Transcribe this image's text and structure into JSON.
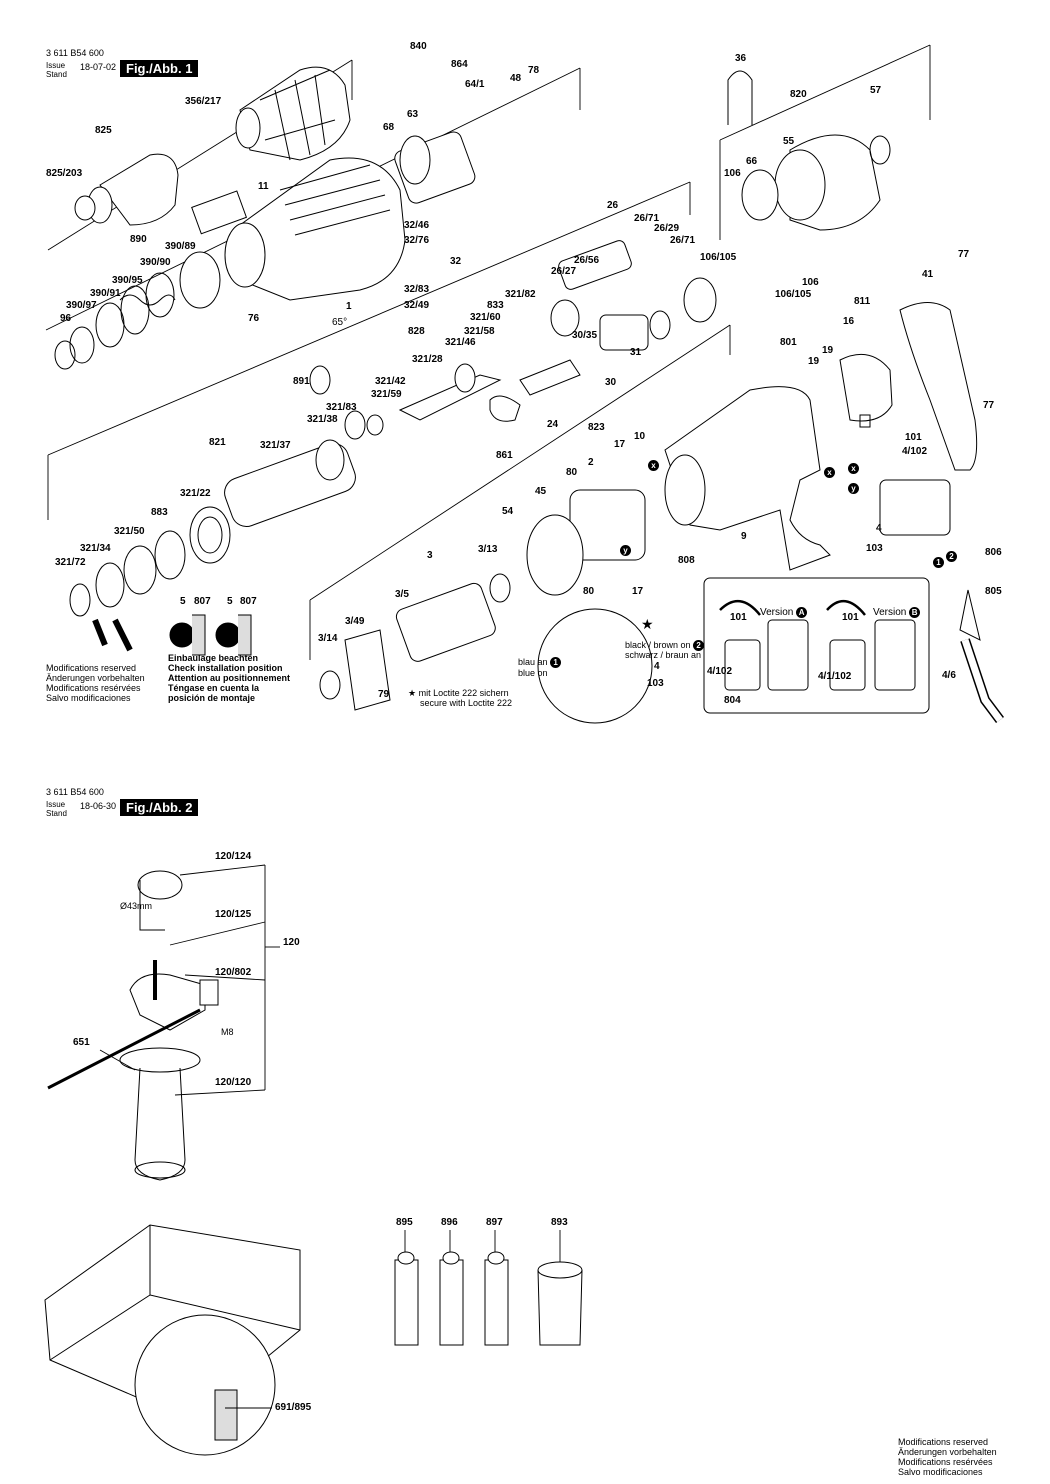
{
  "fig1": {
    "part_number": "3 611 B54 600",
    "issue_label": "Issue",
    "stand_label": "Stand",
    "issue_date": "18-07-02",
    "fig_label": "Fig./Abb. 1",
    "modifications": [
      "Modifications reserved",
      "Änderungen vorbehalten",
      "Modifications resérvées",
      "Salvo modificaciones"
    ],
    "mounting_note": [
      "Einbaulage beachten",
      "Check installation position",
      "Attention au positionnement",
      "Téngase en cuenta la",
      "posición de montaje"
    ],
    "loctite_star": "★",
    "loctite_note": [
      "mit Loctite 222 sichern",
      "secure with Loctite 222"
    ],
    "wire_notes": {
      "black_brown": "black / brown on",
      "schwarz_braun": "schwarz / braun an",
      "blau": "blau an",
      "blue": "blue on",
      "badge_1": "1",
      "badge_2": "2",
      "badge_x": "x",
      "badge_y": "y"
    },
    "version_a": "Version",
    "version_a_letter": "A",
    "version_b": "Version",
    "version_b_letter": "B",
    "angle": "65°",
    "callouts": {
      "c840": "840",
      "c864": "864",
      "c64_1": "64/1",
      "c48": "48",
      "c78": "78",
      "c356_217": "356/217",
      "c825": "825",
      "c825_203": "825/203",
      "c63": "63",
      "c68": "68",
      "c11": "11",
      "c36": "36",
      "c820": "820",
      "c57": "57",
      "c55": "55",
      "c66": "66",
      "c106": "106",
      "c26": "26",
      "c26_71a": "26/71",
      "c26_29": "26/29",
      "c26_71b": "26/71",
      "c26_56": "26/56",
      "c26_27": "26/27",
      "c106_105a": "106/105",
      "c106b": "106",
      "c106_105b": "106/105",
      "c77a": "77",
      "c41": "41",
      "c890": "890",
      "c390_89": "390/89",
      "c390_90": "390/90",
      "c390_95": "390/95",
      "c390_91": "390/91",
      "c390_97": "390/97",
      "c96": "96",
      "c76": "76",
      "c32_46": "32/46",
      "c32_76": "32/76",
      "c32": "32",
      "c32_83": "32/83",
      "c32_49": "32/49",
      "c1": "1",
      "c321_82": "321/82",
      "c833": "833",
      "c321_60": "321/60",
      "c321_58": "321/58",
      "c321_46": "321/46",
      "c828": "828",
      "c321_28": "321/28",
      "c321_42": "321/42",
      "c321_59": "321/59",
      "c891": "891",
      "c321_83": "321/83",
      "c321_38": "321/38",
      "c321_37": "321/37",
      "c821": "821",
      "c30_35": "30/35",
      "c31": "31",
      "c30": "30",
      "c24": "24",
      "c823": "823",
      "c861": "861",
      "c811": "811",
      "c16": "16",
      "c801": "801",
      "c19a": "19",
      "c19b": "19",
      "c10": "10",
      "c77b": "77",
      "c101": "101",
      "c4_102": "4/102",
      "c4": "4",
      "c103": "103",
      "c17a": "17",
      "c2": "2",
      "c80a": "80",
      "c45": "45",
      "c321_22": "321/22",
      "c883": "883",
      "c321_50": "321/50",
      "c321_34": "321/34",
      "c321_72": "321/72",
      "c54": "54",
      "c9": "9",
      "c808": "808",
      "c806": "806",
      "c805": "805",
      "c3": "3",
      "c3_13": "3/13",
      "c3_5": "3/5",
      "c80b": "80",
      "c17b": "17",
      "c5a": "5",
      "c807a": "807",
      "c5b": "5",
      "c807b": "807",
      "c3_49": "3/49",
      "c3_14": "3/14",
      "c79": "79",
      "c4b": "4",
      "c103b": "103",
      "c101a": "101",
      "c4_102a": "4/102",
      "c804": "804",
      "c101b": "101",
      "c4_1_102": "4/1/102",
      "c4_6": "4/6"
    }
  },
  "fig2": {
    "part_number": "3 611 B54 600",
    "issue_label": "Issue",
    "stand_label": "Stand",
    "issue_date": "18-06-30",
    "fig_label": "Fig./Abb. 2",
    "callouts": {
      "c120_124": "120/124",
      "c120_125": "120/125",
      "c120": "120",
      "c120_802": "120/802",
      "c651": "651",
      "c120_120": "120/120",
      "c895": "895",
      "c896": "896",
      "c897": "897",
      "c893": "893",
      "c691_895": "691/895"
    },
    "diameter": "Ø43mm",
    "thread": "M8",
    "modifications": [
      "Modifications reserved",
      "Änderungen vorbehalten",
      "Modifications resérvées",
      "Salvo modificaciones"
    ]
  },
  "colors": {
    "ink": "#000000",
    "paper": "#ffffff",
    "gray": "#9a9a9a",
    "light": "#d9d9d9"
  }
}
